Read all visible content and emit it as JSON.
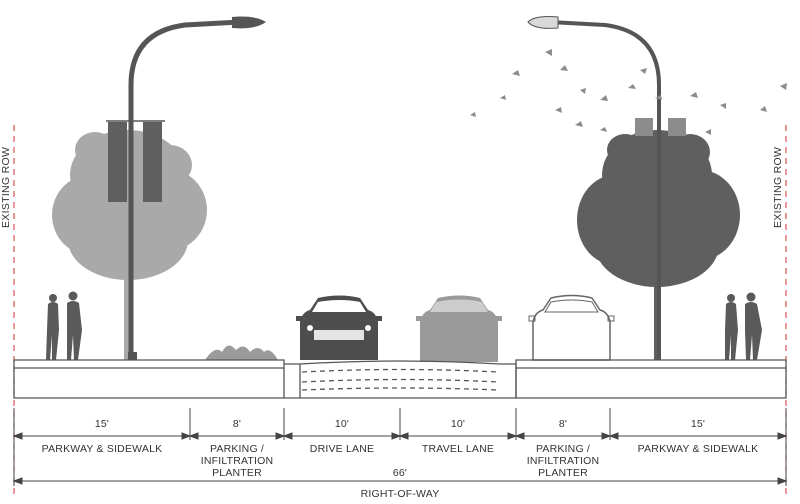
{
  "edge_labels": {
    "left": "EXISTING ROW",
    "right": "EXISTING ROW"
  },
  "dimensions": {
    "segments": [
      {
        "width": "15'",
        "label": "PARKWAY & SIDEWALK"
      },
      {
        "width": "8'",
        "label": "PARKING /\nINFILTRATION\nPLANTER"
      },
      {
        "width": "10'",
        "label": "DRIVE LANE"
      },
      {
        "width": "10'",
        "label": "TRAVEL LANE"
      },
      {
        "width": "8'",
        "label": "PARKING /\nINFILTRATION\nPLANTER"
      },
      {
        "width": "15'",
        "label": "PARKWAY & SIDEWALK"
      }
    ],
    "total_width": "66'",
    "total_label": "RIGHT-OF-WAY"
  },
  "colors": {
    "road_line": "#555555",
    "row_line": "#d9534f",
    "tree_light": "#a9a9a9",
    "tree_dark": "#5f5f5f",
    "pole": "#555555",
    "car_dark": "#4d4d4d",
    "car_light": "#9a9a9a"
  }
}
